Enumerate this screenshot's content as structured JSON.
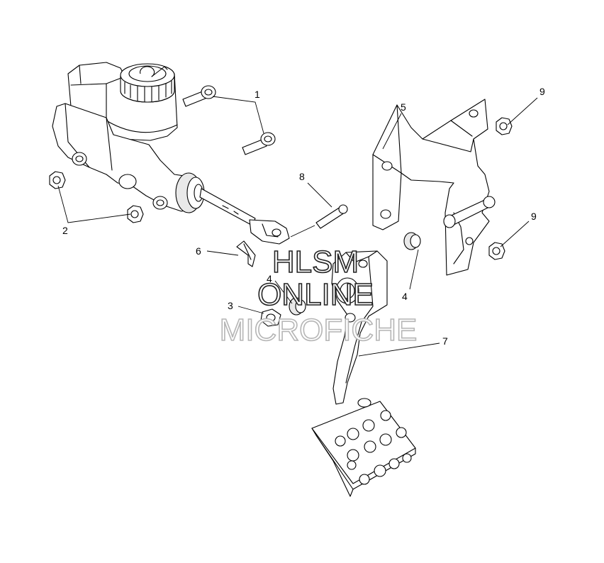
{
  "callouts": [
    {
      "id": "c1",
      "text": "1"
    },
    {
      "id": "c2",
      "text": "2"
    },
    {
      "id": "c3",
      "text": "3"
    },
    {
      "id": "c4a",
      "text": "4"
    },
    {
      "id": "c4b",
      "text": "4"
    },
    {
      "id": "c5",
      "text": "5"
    },
    {
      "id": "c6",
      "text": "6"
    },
    {
      "id": "c7",
      "text": "7"
    },
    {
      "id": "c8",
      "text": "8"
    },
    {
      "id": "c9a",
      "text": "9"
    },
    {
      "id": "c9b",
      "text": "9"
    }
  ],
  "watermark": {
    "line1": "HLSM",
    "line2": "ONLINE",
    "line3": "MICROFICHE"
  }
}
